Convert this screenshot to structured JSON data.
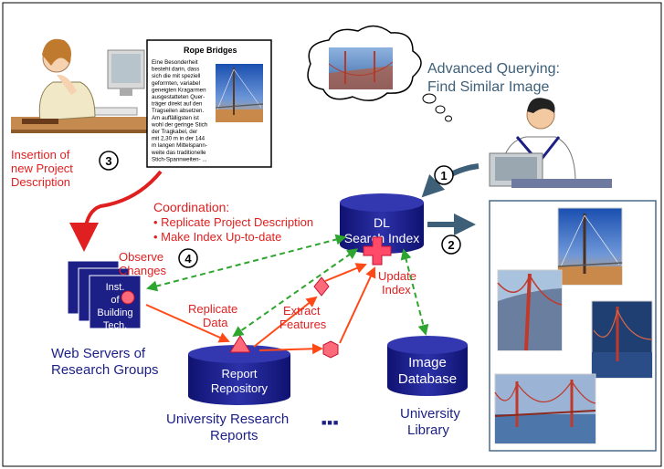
{
  "document": {
    "title": "Rope Bridges",
    "lines": [
      "Eine    Besonderheit",
      "besteht  darin,  dass",
      "sich  die  mit  speziell",
      "geformten,      variabel",
      "geneigten Kragarmen",
      "ausgestatteten   Quer-",
      "träger direkt auf den",
      "Tragseilen   absetzen.",
      "Am  auffälligsten  ist",
      "wohl der geringe Stich",
      "der   Tragkabel,   der",
      "mit 2,30 m in der 144",
      "m langen Mittelspann-",
      "weite das traditionelle",
      "Stich-Spannweiten- ..."
    ]
  },
  "labels": {
    "insertion": [
      "Insertion of",
      "new Project",
      "Description"
    ],
    "query": [
      "Advanced Querying:",
      "Find Similar Image"
    ],
    "coordination_title": "Coordination:",
    "coordination_items": [
      "• Replicate Project Description",
      "• Make Index Up-to-date"
    ],
    "observe": [
      "Observe",
      "Changes"
    ],
    "replicate_data": [
      "Replicate",
      "Data"
    ],
    "extract_features": [
      "Extract",
      "Features"
    ],
    "update_index": [
      "Update",
      "Index"
    ],
    "web_servers": [
      "Web Servers of",
      "Research Groups"
    ],
    "inst": [
      "Inst.",
      "of",
      "Building",
      "Tech."
    ],
    "university_reports": [
      "University Research",
      "Reports"
    ],
    "university_library": [
      "University",
      "Library"
    ],
    "ellipsis": "■■■"
  },
  "cylinders": {
    "dl_index": [
      "DL",
      "Search Index"
    ],
    "report_repo": [
      "Report",
      "Repository"
    ],
    "image_db": [
      "Image",
      "Database"
    ]
  },
  "steps": [
    "1",
    "2",
    "3",
    "4"
  ],
  "colors": {
    "navy": "#1c1f86",
    "red": "#e02020",
    "orange_arrow": "#ff4a17",
    "green": "#2ea52e",
    "slate": "#3d5f78",
    "steel": "#4a6b8a"
  }
}
